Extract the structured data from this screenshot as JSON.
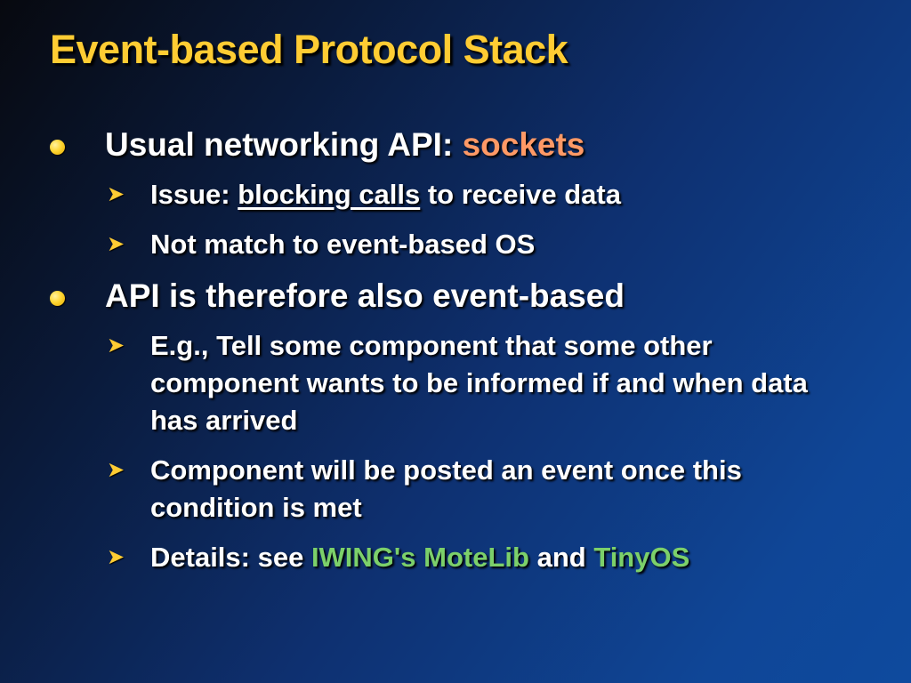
{
  "slide": {
    "title": "Event-based Protocol Stack",
    "bullets": [
      {
        "prefix": "Usual networking API: ",
        "highlight": "sockets",
        "subitems": [
          {
            "prefix": "Issue: ",
            "underlined": "blocking calls",
            "suffix": " to receive data"
          },
          {
            "text": "Not match to event-based OS"
          }
        ]
      },
      {
        "text": "API is therefore also event-based",
        "subitems": [
          {
            "text": "E.g., Tell some component that some other component wants to be informed if and when data has arrived"
          },
          {
            "text": "Component will be posted an event once this condition is met"
          },
          {
            "prefix": "Details: see ",
            "link1": "IWING's MoteLib",
            "middle": " and ",
            "link2": "TinyOS"
          }
        ]
      }
    ]
  },
  "icons": {
    "level1_bullet": "yellow-dot-icon",
    "level2_bullet": "arrowhead-icon"
  },
  "colors": {
    "title": "#ffcc33",
    "highlight_orange": "#ff9966",
    "highlight_green": "#7cd06a",
    "text": "#ffffff"
  }
}
